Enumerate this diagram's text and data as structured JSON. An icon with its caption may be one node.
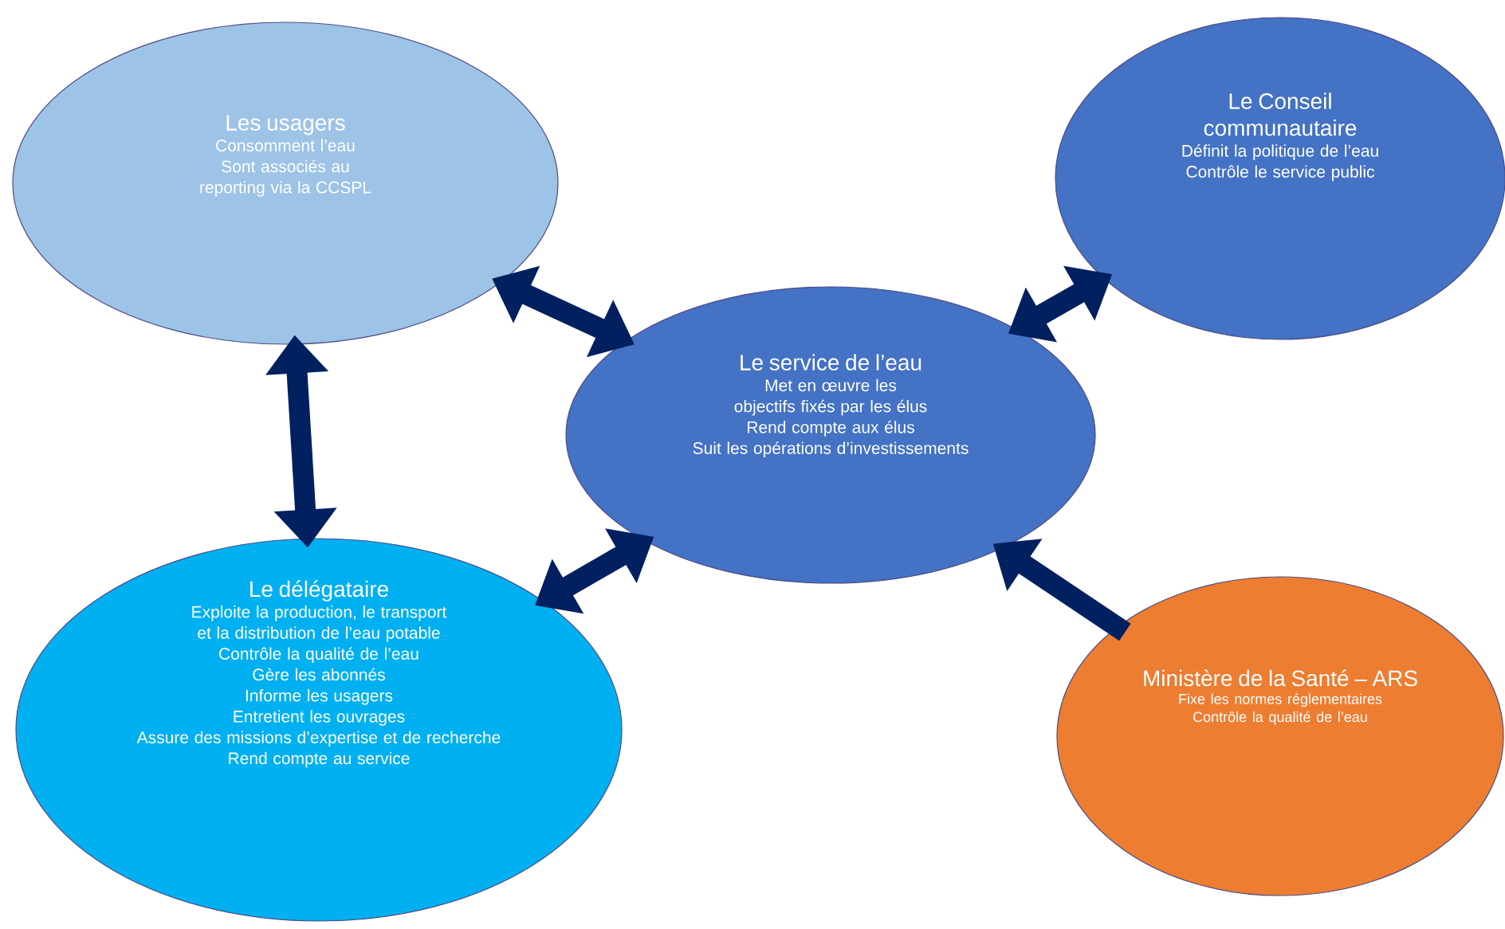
{
  "diagram": {
    "nodes": [
      {
        "text": [
          "Les usagers",
          "Consomment  l’eau",
          "Sont associés au reporting via la CCSPL"
        ]
      },
      {
        "text": [
          "Le Conseil communautaire",
          "Définit la politique de l’eau",
          "Contrôle le service public"
        ]
      },
      {
        "text": [
          "Le service de l’eau",
          "Met en œuvre les objectifs fixés par les élus",
          "Rend compte aux élus",
          "Suit les opérations d’investissements"
        ]
      },
      {
        "text": [
          "Le délégataire",
          "Exploite la production, le transport et la distribution de l’eau potable",
          "Contrôle la qualité de l’eau",
          "Gère les abonnés",
          "Informe les usagers",
          "Entretient les ouvrages",
          "Assure des missions d’expertise et de recherche",
          "Rend compte au service"
        ]
      },
      {
        "text": [
          "Ministère de la Santé – ARS",
          "Fixe les normes réglementaires",
          "Contrôle la qualité de l’eau"
        ]
      }
    ],
    "edges": [
      {
        "from": 0,
        "to": 2,
        "arrow": "both"
      },
      {
        "from": 2,
        "to": 1,
        "arrow": "both"
      },
      {
        "from": 0,
        "to": 3,
        "arrow": "both"
      },
      {
        "from": 2,
        "to": 3,
        "arrow": "both"
      },
      {
        "from": 4,
        "to": 2,
        "arrow": "to"
      }
    ]
  }
}
